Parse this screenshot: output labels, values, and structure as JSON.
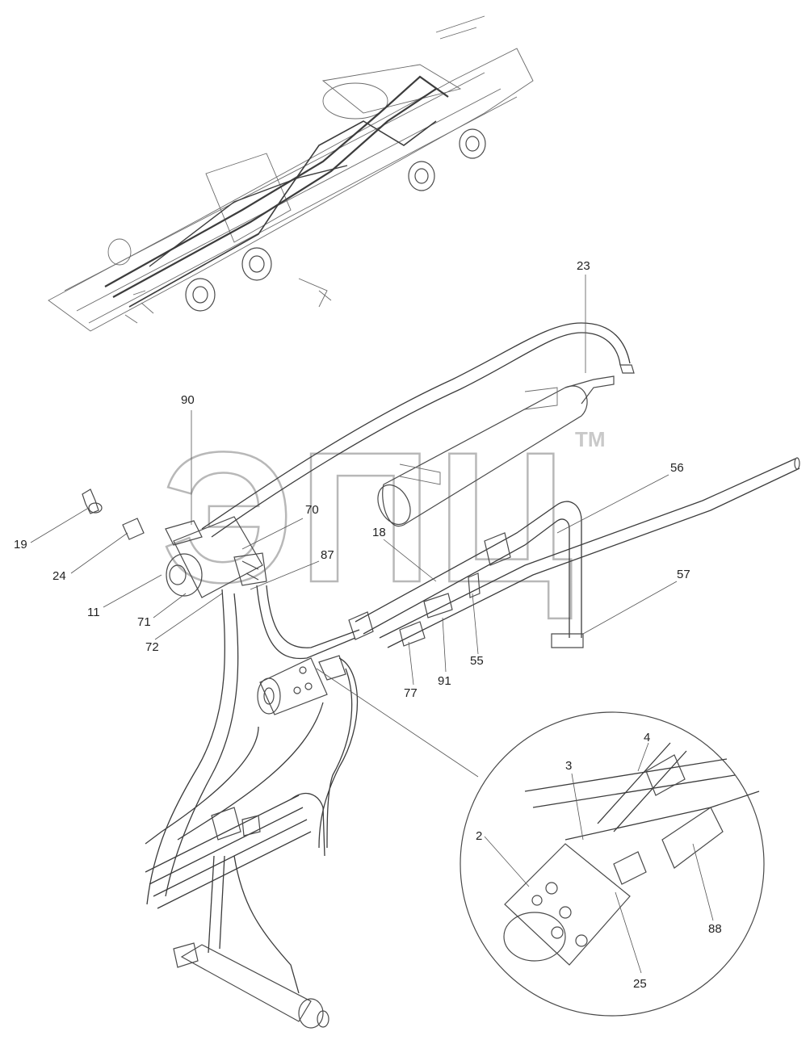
{
  "watermark": {
    "text": "ЭПЦ",
    "tm": "TM"
  },
  "callouts": [
    {
      "id": "c23",
      "label": "23"
    },
    {
      "id": "c90",
      "label": "90"
    },
    {
      "id": "c56",
      "label": "56"
    },
    {
      "id": "c70",
      "label": "70"
    },
    {
      "id": "c18",
      "label": "18"
    },
    {
      "id": "c87",
      "label": "87"
    },
    {
      "id": "c57",
      "label": "57"
    },
    {
      "id": "c19",
      "label": "19"
    },
    {
      "id": "c24",
      "label": "24"
    },
    {
      "id": "c11",
      "label": "11"
    },
    {
      "id": "c71",
      "label": "71"
    },
    {
      "id": "c72",
      "label": "72"
    },
    {
      "id": "c55",
      "label": "55"
    },
    {
      "id": "c91",
      "label": "91"
    },
    {
      "id": "c77",
      "label": "77"
    },
    {
      "id": "c4",
      "label": "4"
    },
    {
      "id": "c3",
      "label": "3"
    },
    {
      "id": "c2",
      "label": "2"
    },
    {
      "id": "c88",
      "label": "88"
    },
    {
      "id": "c25",
      "label": "25"
    }
  ]
}
